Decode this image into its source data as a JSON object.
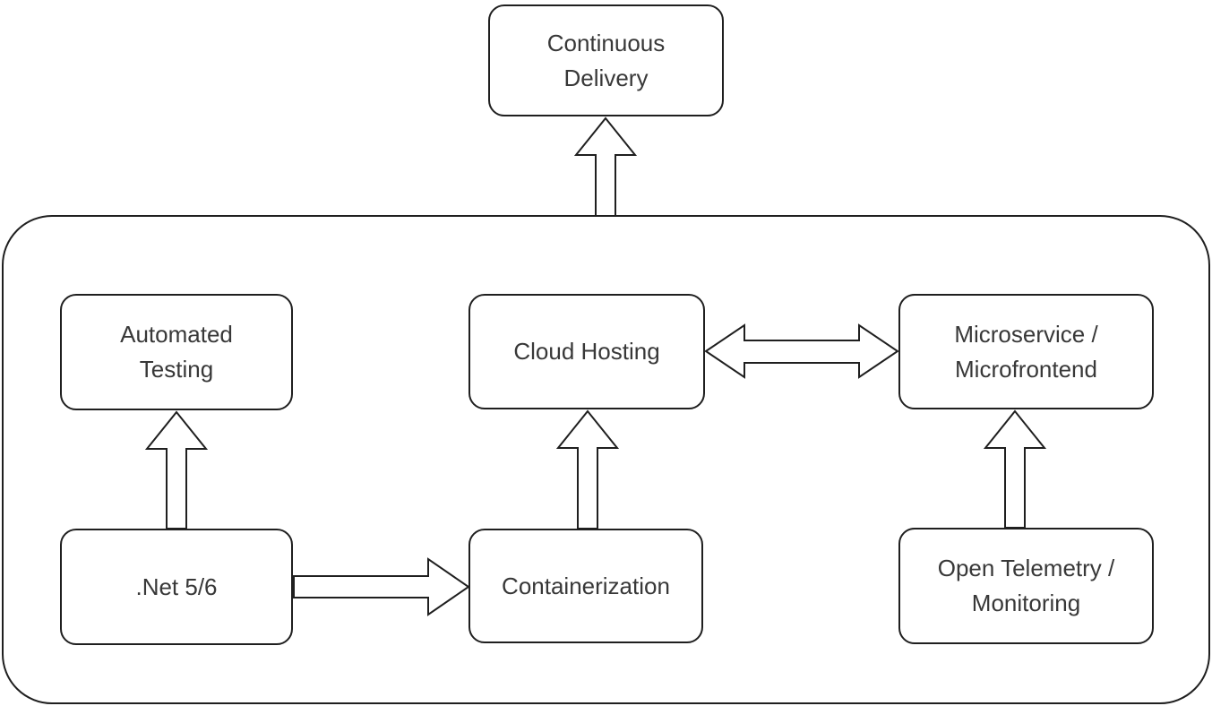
{
  "diagram": {
    "nodes": {
      "continuous_delivery": {
        "label": "Continuous Delivery"
      },
      "automated_testing": {
        "label": "Automated Testing"
      },
      "cloud_hosting": {
        "label": "Cloud Hosting"
      },
      "microservice": {
        "label": "Microservice / Microfrontend"
      },
      "dotnet": {
        "label": ".Net 5/6"
      },
      "containerization": {
        "label": "Containerization"
      },
      "open_telemetry": {
        "label": "Open Telemetry / Monitoring"
      }
    },
    "edges": [
      {
        "from": "platform_group",
        "to": "continuous_delivery",
        "direction": "up",
        "style": "outlined-block-arrow"
      },
      {
        "from": "dotnet",
        "to": "automated_testing",
        "direction": "up",
        "style": "outlined-block-arrow"
      },
      {
        "from": "dotnet",
        "to": "containerization",
        "direction": "right",
        "style": "outlined-block-arrow"
      },
      {
        "from": "containerization",
        "to": "cloud_hosting",
        "direction": "up",
        "style": "outlined-block-arrow"
      },
      {
        "from": "cloud_hosting",
        "to": "microservice",
        "direction": "both",
        "style": "outlined-block-arrow-double"
      },
      {
        "from": "open_telemetry",
        "to": "microservice",
        "direction": "up",
        "style": "outlined-block-arrow"
      }
    ],
    "colors": {
      "stroke": "#1f1f1f",
      "text": "#383838",
      "background": "#ffffff"
    }
  }
}
